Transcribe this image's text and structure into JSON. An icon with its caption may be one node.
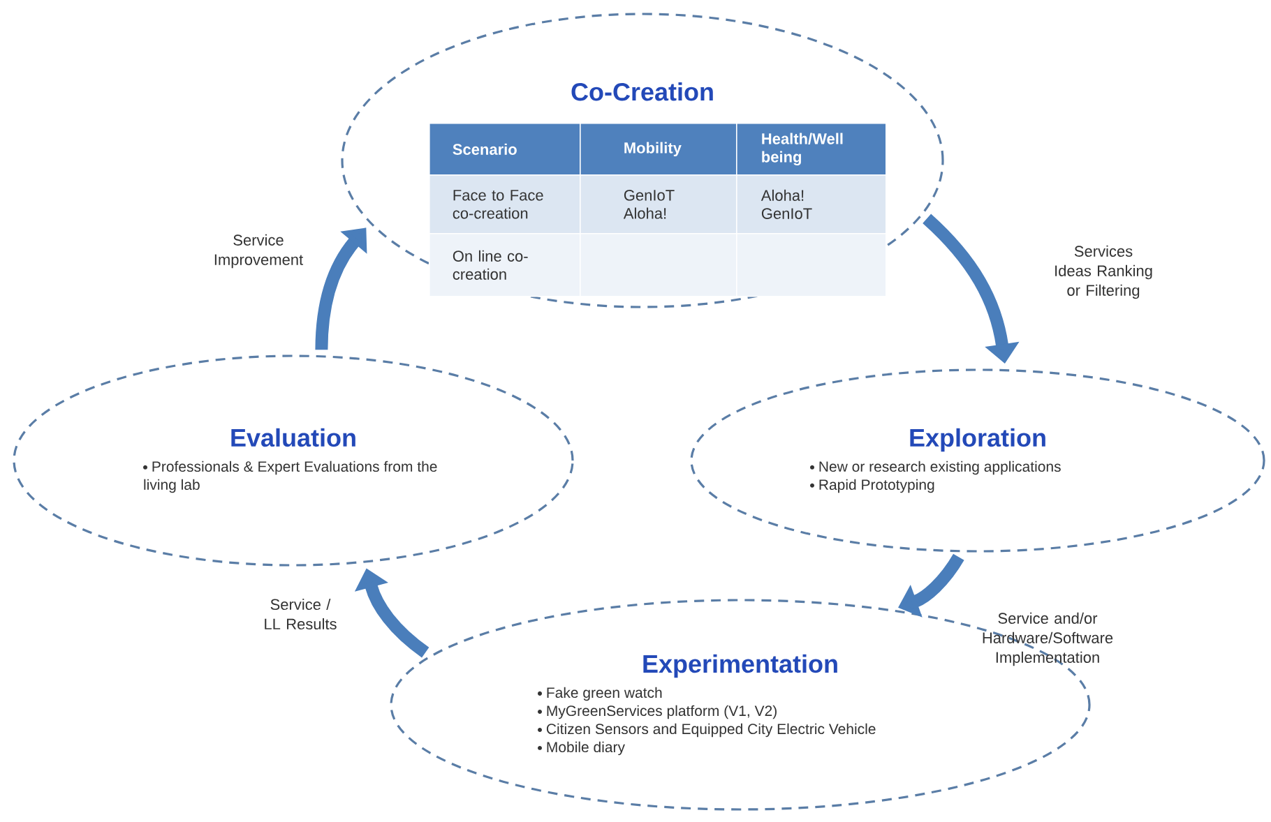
{
  "diagram": {
    "nodes": [
      {
        "text": [
          "Co-Creation"
        ]
      },
      {
        "text": [
          "Evaluation",
          "Professionals & Expert Evaluations from the living lab"
        ]
      },
      {
        "text": [
          "Exploration",
          "New or research existing applications",
          "Rapid Prototyping"
        ]
      },
      {
        "text": [
          "Experimentation",
          "Fake green watch",
          "MyGreenServices platform (V1, V2)",
          "Citizen Sensors  and Equipped  City Electric Vehicle",
          "Mobile diary"
        ]
      }
    ],
    "edges": [
      {
        "from": 1,
        "to": 0,
        "arrow": "to",
        "label": "Service Improvement"
      },
      {
        "from": 0,
        "to": 2,
        "arrow": "to",
        "label": "Services Ideas Ranking or Filtering"
      },
      {
        "from": 2,
        "to": 3,
        "arrow": "to",
        "label": "Service and/or Hardware/Software Implementation"
      },
      {
        "from": 3,
        "to": 1,
        "arrow": "to",
        "label": "Service / LL Results"
      }
    ],
    "labels": [
      "Scenario",
      "Mobility",
      "Health/Well being",
      "Face to Face co-creation",
      "GenIoT Aloha!",
      "Aloha! GenIoT",
      "On line co-creation"
    ]
  }
}
